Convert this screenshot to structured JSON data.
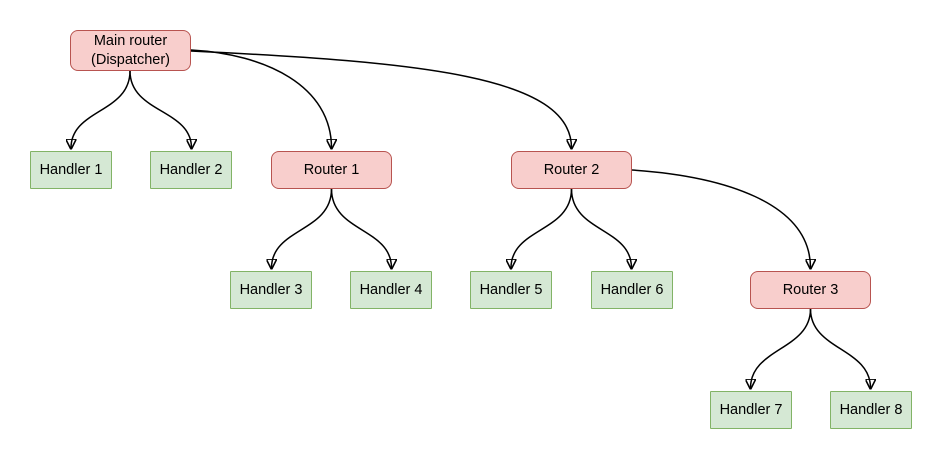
{
  "diagram": {
    "type": "flowchart-tree",
    "background": "#ffffff",
    "palette": {
      "router_fill": "#f8cecc",
      "router_border": "#b85450",
      "handler_fill": "#d5e8d4",
      "handler_border": "#82b366",
      "edge_color": "#000000",
      "text_color": "#000000"
    },
    "nodes": {
      "main_router": {
        "label": "Main router\n(Dispatcher)",
        "type": "router"
      },
      "handler1": {
        "label": "Handler 1",
        "type": "handler"
      },
      "handler2": {
        "label": "Handler 2",
        "type": "handler"
      },
      "router1": {
        "label": "Router 1",
        "type": "router"
      },
      "router2": {
        "label": "Router 2",
        "type": "router"
      },
      "handler3": {
        "label": "Handler 3",
        "type": "handler"
      },
      "handler4": {
        "label": "Handler 4",
        "type": "handler"
      },
      "handler5": {
        "label": "Handler 5",
        "type": "handler"
      },
      "handler6": {
        "label": "Handler 6",
        "type": "handler"
      },
      "router3": {
        "label": "Router 3",
        "type": "router"
      },
      "handler7": {
        "label": "Handler 7",
        "type": "handler"
      },
      "handler8": {
        "label": "Handler 8",
        "type": "handler"
      }
    },
    "edges": [
      {
        "from": "main_router",
        "to": "handler1"
      },
      {
        "from": "main_router",
        "to": "handler2"
      },
      {
        "from": "main_router",
        "to": "router1"
      },
      {
        "from": "main_router",
        "to": "router2"
      },
      {
        "from": "router1",
        "to": "handler3"
      },
      {
        "from": "router1",
        "to": "handler4"
      },
      {
        "from": "router2",
        "to": "handler5"
      },
      {
        "from": "router2",
        "to": "handler6"
      },
      {
        "from": "router2",
        "to": "router3"
      },
      {
        "from": "router3",
        "to": "handler7"
      },
      {
        "from": "router3",
        "to": "handler8"
      }
    ]
  }
}
